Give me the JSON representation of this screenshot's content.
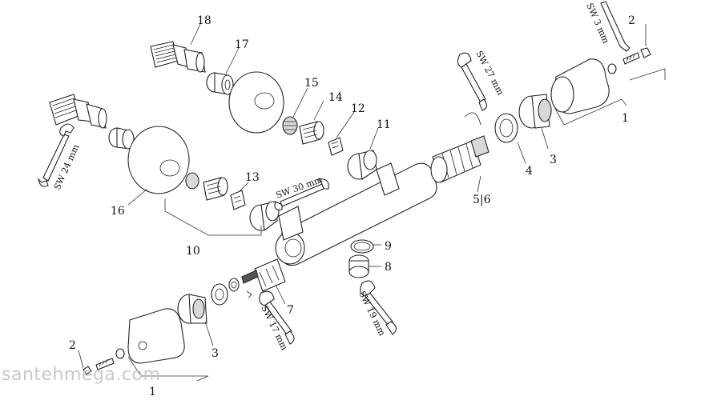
{
  "labels": {
    "p18": "18",
    "p17": "17",
    "p16": "16",
    "p15": "15",
    "p14": "14",
    "p13": "13",
    "p12": "12",
    "p11": "11",
    "p10": "10",
    "p9": "9",
    "p8": "8",
    "p7": "7",
    "p56": "5|6",
    "p4": "4",
    "p3_right": "3",
    "p3_left": "3",
    "p2_right": "2",
    "p2_left": "2",
    "p1_right": "1",
    "p1_left": "1"
  },
  "tools": {
    "sw24": "SW 24 mm",
    "sw30": "SW 30 mm",
    "sw27": "SW 27 mm",
    "sw3": "SW 3 mm",
    "sw17": "SW 17 mm",
    "sw19": "SW 19 mm"
  },
  "watermark": "santehmega.com"
}
